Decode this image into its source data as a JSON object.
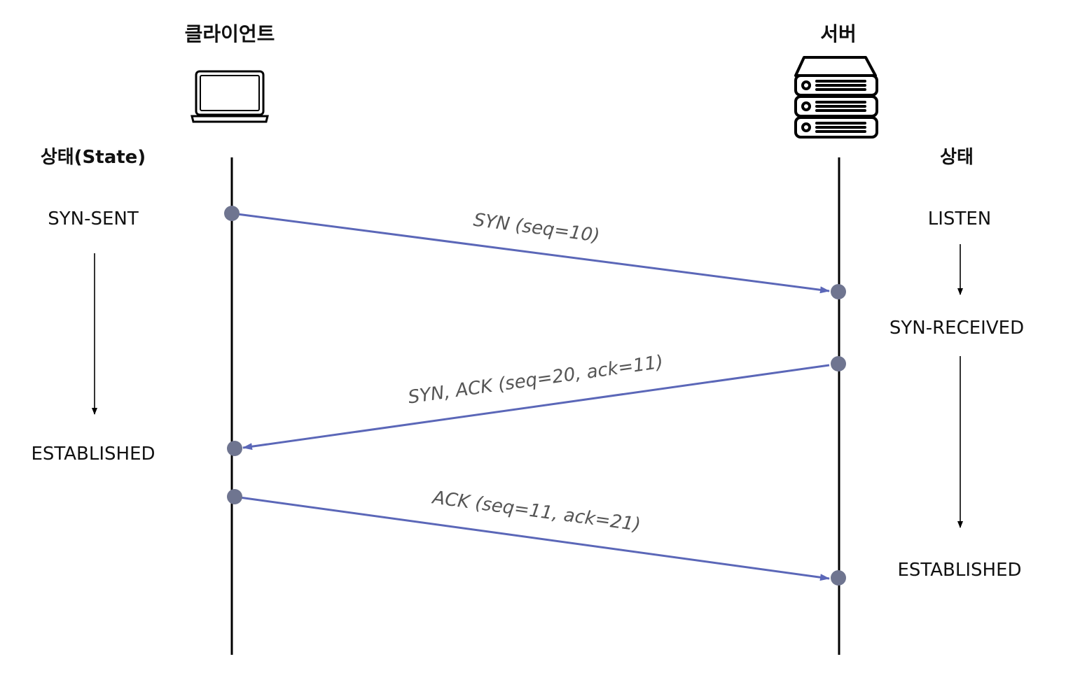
{
  "client": {
    "title": "클라이언트",
    "icon": "laptop-icon",
    "state_header": "상태(State)",
    "states": [
      "SYN-SENT",
      "ESTABLISHED"
    ]
  },
  "server": {
    "title": "서버",
    "icon": "server-icon",
    "state_header": "상태",
    "states": [
      "LISTEN",
      "SYN-RECEIVED",
      "ESTABLISHED"
    ]
  },
  "messages": [
    {
      "label": "SYN (seq=10)",
      "direction": "client-to-server"
    },
    {
      "label": "SYN, ACK (seq=20, ack=11)",
      "direction": "server-to-client"
    },
    {
      "label": "ACK (seq=11, ack=21)",
      "direction": "client-to-server"
    }
  ],
  "colors": {
    "lifeline": "#000000",
    "arrow": "#5b67b8",
    "dot": "#6f7590",
    "message_text": "#555555"
  }
}
